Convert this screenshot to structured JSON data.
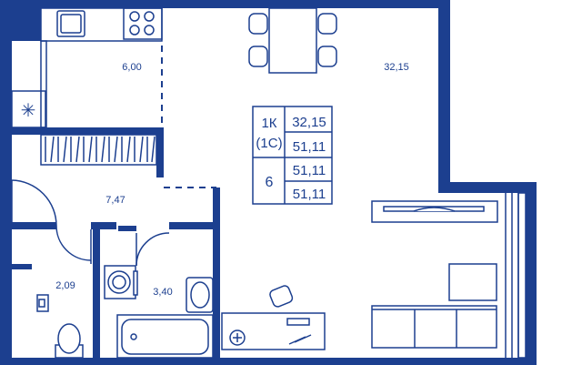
{
  "colors": {
    "wall": "#1c3f8f",
    "line": "#1c3f8f",
    "background": "#ffffff"
  },
  "rooms": {
    "kitchen": "6,00",
    "living": "32,15",
    "hall": "7,47",
    "wc": "2,09",
    "bath": "3,40"
  },
  "info_table": {
    "type_code": "1К",
    "type_sub": "(1С)",
    "area_living": "32,15",
    "area_total_1": "51,11",
    "floor": "6",
    "area_total_2": "51,11",
    "area_total_3": "51,11"
  },
  "symbols": {
    "snow": "✳"
  },
  "icons": [
    "refrigerator-icon",
    "sink-icon",
    "stove-icon",
    "dining-table-icon",
    "chair-icon",
    "wardrobe-icon",
    "bathtub-icon",
    "toilet-icon",
    "washing-machine-icon",
    "desk-icon",
    "lamp-icon",
    "sofa-icon",
    "window-icon",
    "balcony-icon"
  ]
}
